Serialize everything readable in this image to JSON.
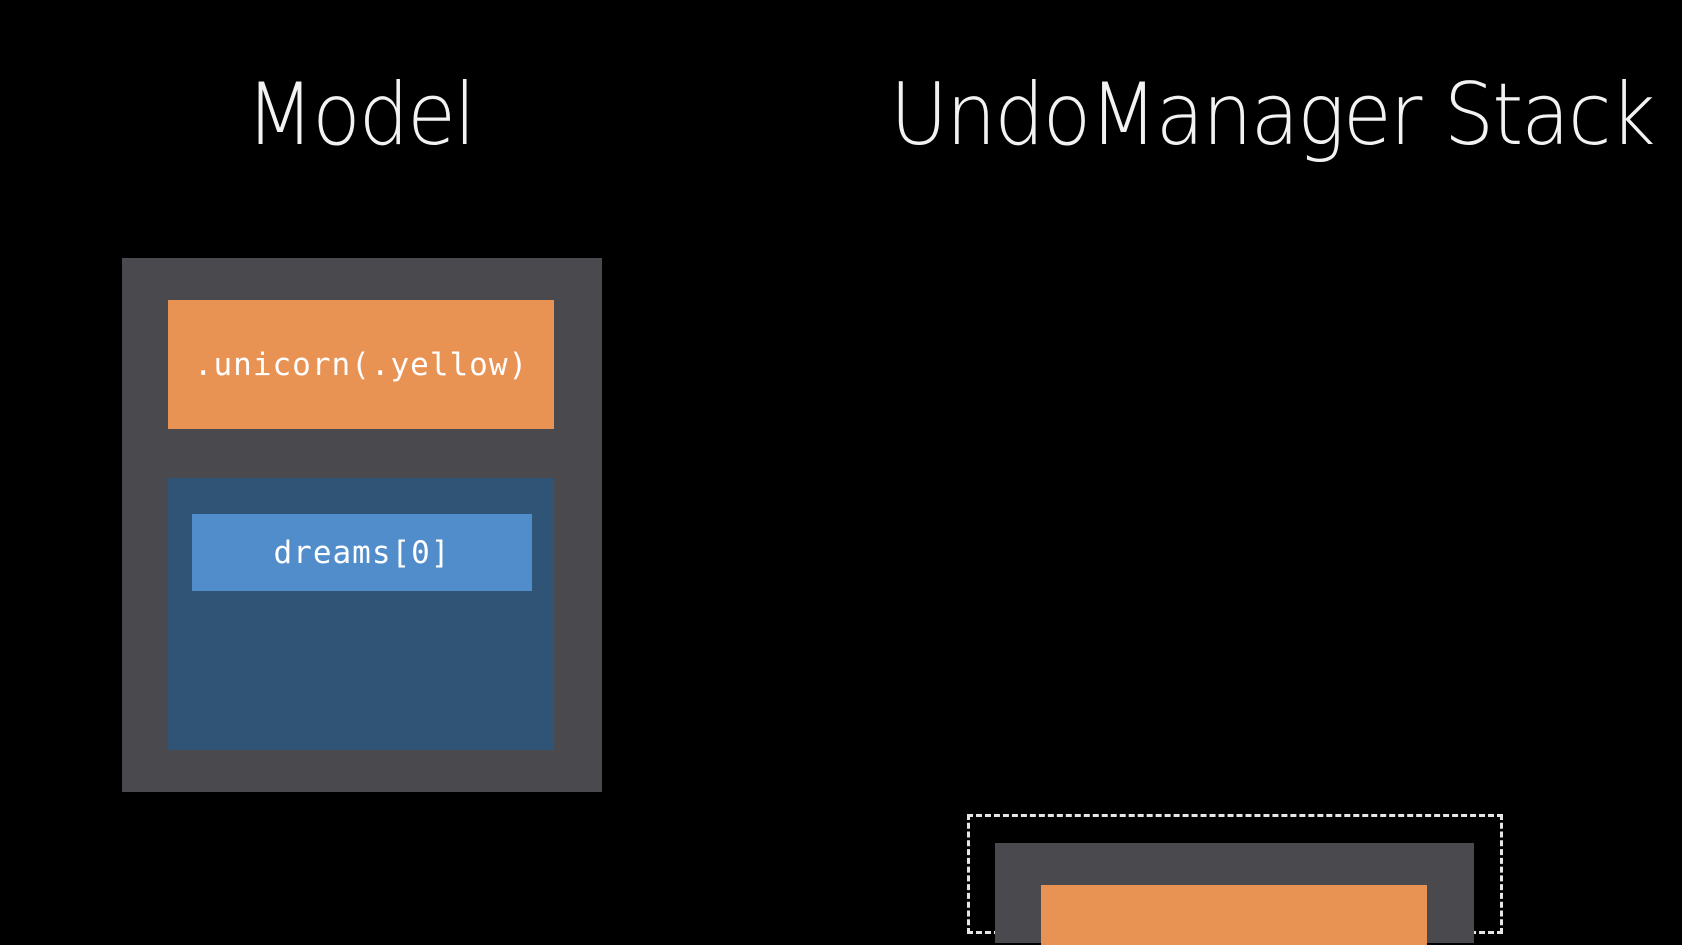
{
  "titles": {
    "model": "Model",
    "stack": "UndoManager Stack"
  },
  "model": {
    "enum_value": ".unicorn(.yellow)",
    "dreams": [
      {
        "label": "dreams[0]"
      }
    ]
  },
  "colors": {
    "background": "#000000",
    "container": "#4a494d",
    "enum": "#e89254",
    "array": "#305475",
    "array_item": "#518ccb",
    "text": "#ffffff"
  }
}
